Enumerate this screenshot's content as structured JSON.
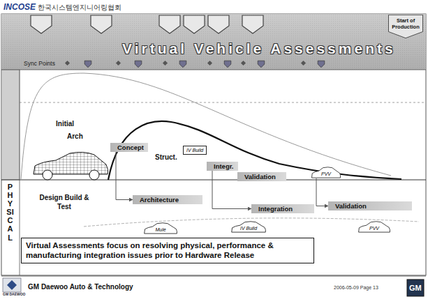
{
  "diagram": {
    "title": "Virtual Vehicle Assessments",
    "nodes": [
      {
        "text": [
          "Start of Production"
        ]
      },
      {
        "text": [
          "Concept"
        ]
      },
      {
        "text": [
          "IV Build"
        ]
      },
      {
        "text": [
          "Integr."
        ]
      },
      {
        "text": [
          "Validation"
        ]
      },
      {
        "text": [
          "PVV"
        ]
      },
      {
        "text": [
          "Architecture"
        ]
      },
      {
        "text": [
          "Integration"
        ]
      },
      {
        "text": [
          "Validation"
        ]
      },
      {
        "text": [
          "Mule"
        ]
      },
      {
        "text": [
          "IV Build"
        ]
      },
      {
        "text": [
          "PVV"
        ]
      },
      {
        "text": [
          "Virtual Assessments focus on resolving physical, performance & manufacturing integration issues prior to Hardware Release"
        ]
      }
    ],
    "edges": [
      {
        "from": 1,
        "to": 6,
        "arrow": "to"
      },
      {
        "from": 3,
        "to": 7,
        "arrow": "to"
      },
      {
        "from": 5,
        "to": 8,
        "arrow": "to"
      }
    ],
    "labels": [
      "INCOSE",
      "한국시스템엔지니어링협회",
      "Sync Points",
      "Initial",
      "Arch",
      "Struct.",
      "PHYSICAL",
      "Design Build & Test",
      "GM Daewoo Auto & Technology",
      "2006-05-09 Page 13",
      "GM",
      "GM DAEWOO"
    ]
  }
}
